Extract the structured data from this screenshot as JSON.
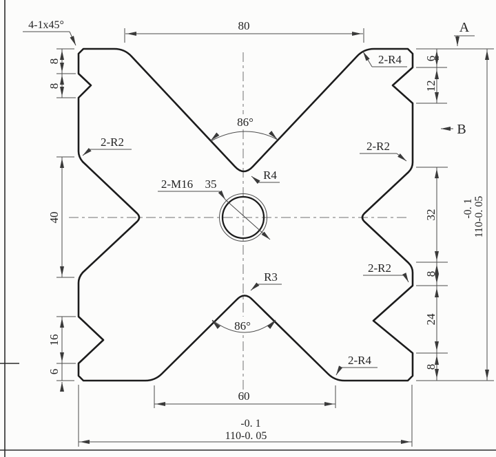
{
  "colors": {
    "outline": "#1c1c1c",
    "dimension": "#4a4a4a",
    "background": "#fcfcfb"
  },
  "labels": {
    "chamfer_note": "4-1x45°",
    "datum_a": "A",
    "datum_b": "B",
    "dim_top": "80",
    "dim_bottom_slot": "60",
    "radius_top_shoulders": "2-R4",
    "radius_bottom_shoulders": "2-R4",
    "radius_left_upper": "2-R2",
    "radius_right_upper": "2-R2",
    "radius_right_lower": "2-R2",
    "radius_top_vee": "R4",
    "radius_bottom_vee": "R3",
    "angle_top_vee": "86°",
    "angle_bottom_vee": "86°",
    "thread_callout": "2-M16",
    "thread_depth": "35",
    "dim_left_8a": "8",
    "dim_left_8b": "8",
    "dim_left_40": "40",
    "dim_left_16": "16",
    "dim_left_6": "6",
    "dim_right_6": "6",
    "dim_right_12": "12",
    "dim_right_32": "32",
    "dim_right_8a": "8",
    "dim_right_24": "24",
    "dim_right_8b": "8",
    "height_tol": "-0. 1",
    "height_value": "110-0. 05",
    "width_tol": "-0. 1",
    "width_value": "110-0. 05"
  }
}
